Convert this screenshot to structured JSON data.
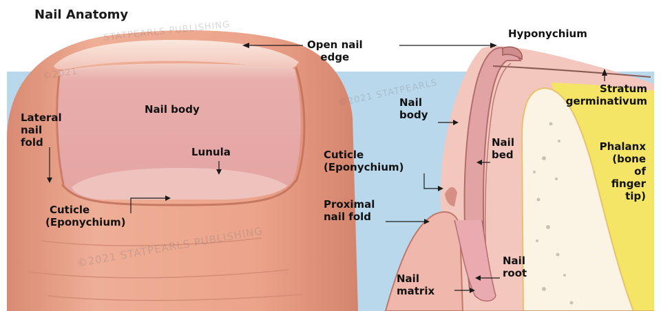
{
  "title": "Nail Anatomy",
  "watermarks": {
    "publisher_1": "STATPEARLS PUBLISHING",
    "publisher_2": "©2021 STATPEARLS PUBLISHING",
    "publisher_3": "©2021 STATPEARLS",
    "publisher_4": "©2021"
  },
  "labels": {
    "open_nail_edge": [
      "Open nail",
      "edge"
    ],
    "hyponychium": "Hyponychium",
    "stratum_germinativum": [
      "Stratum",
      "germinativum"
    ],
    "nail_body_left": "Nail body",
    "lateral_nail_fold": [
      "Lateral",
      "nail",
      "fold"
    ],
    "lunula": "Lunula",
    "cuticle_left": [
      "Cuticle",
      "(Eponychium)"
    ],
    "nail_body_right": [
      "Nail",
      "body"
    ],
    "cuticle_right": [
      "Cuticle",
      "(Eponychium)"
    ],
    "nail_bed": [
      "Nail",
      "bed"
    ],
    "phalanx": [
      "Phalanx",
      "(bone",
      "of",
      "finger",
      "tip)"
    ],
    "proximal_nail_fold": [
      "Proximal",
      "nail fold"
    ],
    "nail_root": [
      "Nail",
      "root"
    ],
    "nail_matrix": [
      "Nail",
      "matrix"
    ]
  },
  "colors": {
    "background_band": "#b9d8ec",
    "finger_skin": "#e9a48c",
    "nail_plate": "#e7a9a7",
    "lunula": "#eec3bd",
    "tissue_pink": "#f3c7bd",
    "bone": "#fbf4e4",
    "marrow_yellow": "#f4e566",
    "leader_line": "#1a1a1a"
  }
}
